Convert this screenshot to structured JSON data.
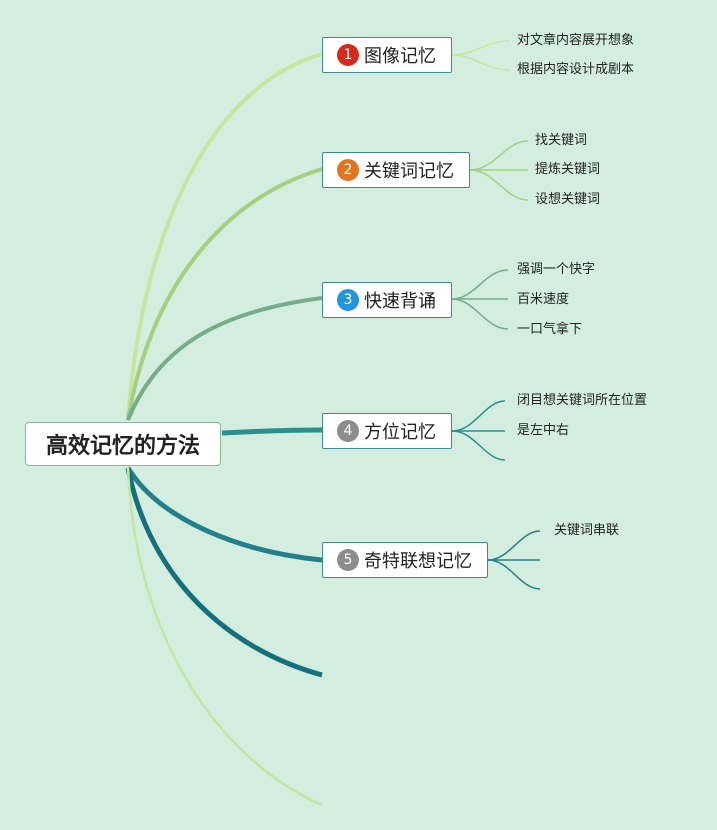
{
  "root": {
    "label": "高效记忆的方法"
  },
  "branches": [
    {
      "number": "1",
      "label": "图像记忆",
      "badge_color": "#d9291c",
      "children": [
        "对文章内容展开想象",
        "根据内容设计成剧本"
      ]
    },
    {
      "number": "2",
      "label": "关键词记忆",
      "badge_color": "#e4731e",
      "children": [
        "找关键词",
        "提炼关键词",
        "设想关键词"
      ]
    },
    {
      "number": "3",
      "label": "快速背诵",
      "badge_color": "#2196db",
      "children": [
        "强调一个快字",
        "百米速度",
        "一口气拿下"
      ]
    },
    {
      "number": "4",
      "label": "方位记忆",
      "badge_color": "#8c8c8c",
      "children": [
        "闭目想关键词所在位置",
        "是左中右",
        ""
      ]
    },
    {
      "number": "5",
      "label": "奇特联想记忆",
      "badge_color": "#8c8c8c",
      "children": [
        "关键词串联",
        "",
        ""
      ]
    }
  ],
  "colors": {
    "background": "#d3eedf",
    "branch_1": "#c6e69e",
    "branch_2": "#a5d07f",
    "branch_3": "#76ad89",
    "branch_4": "#2b8f8f",
    "branch_5": "#23808a",
    "branch_6": "#166f7c",
    "branch_7": "#c2e7a0"
  }
}
